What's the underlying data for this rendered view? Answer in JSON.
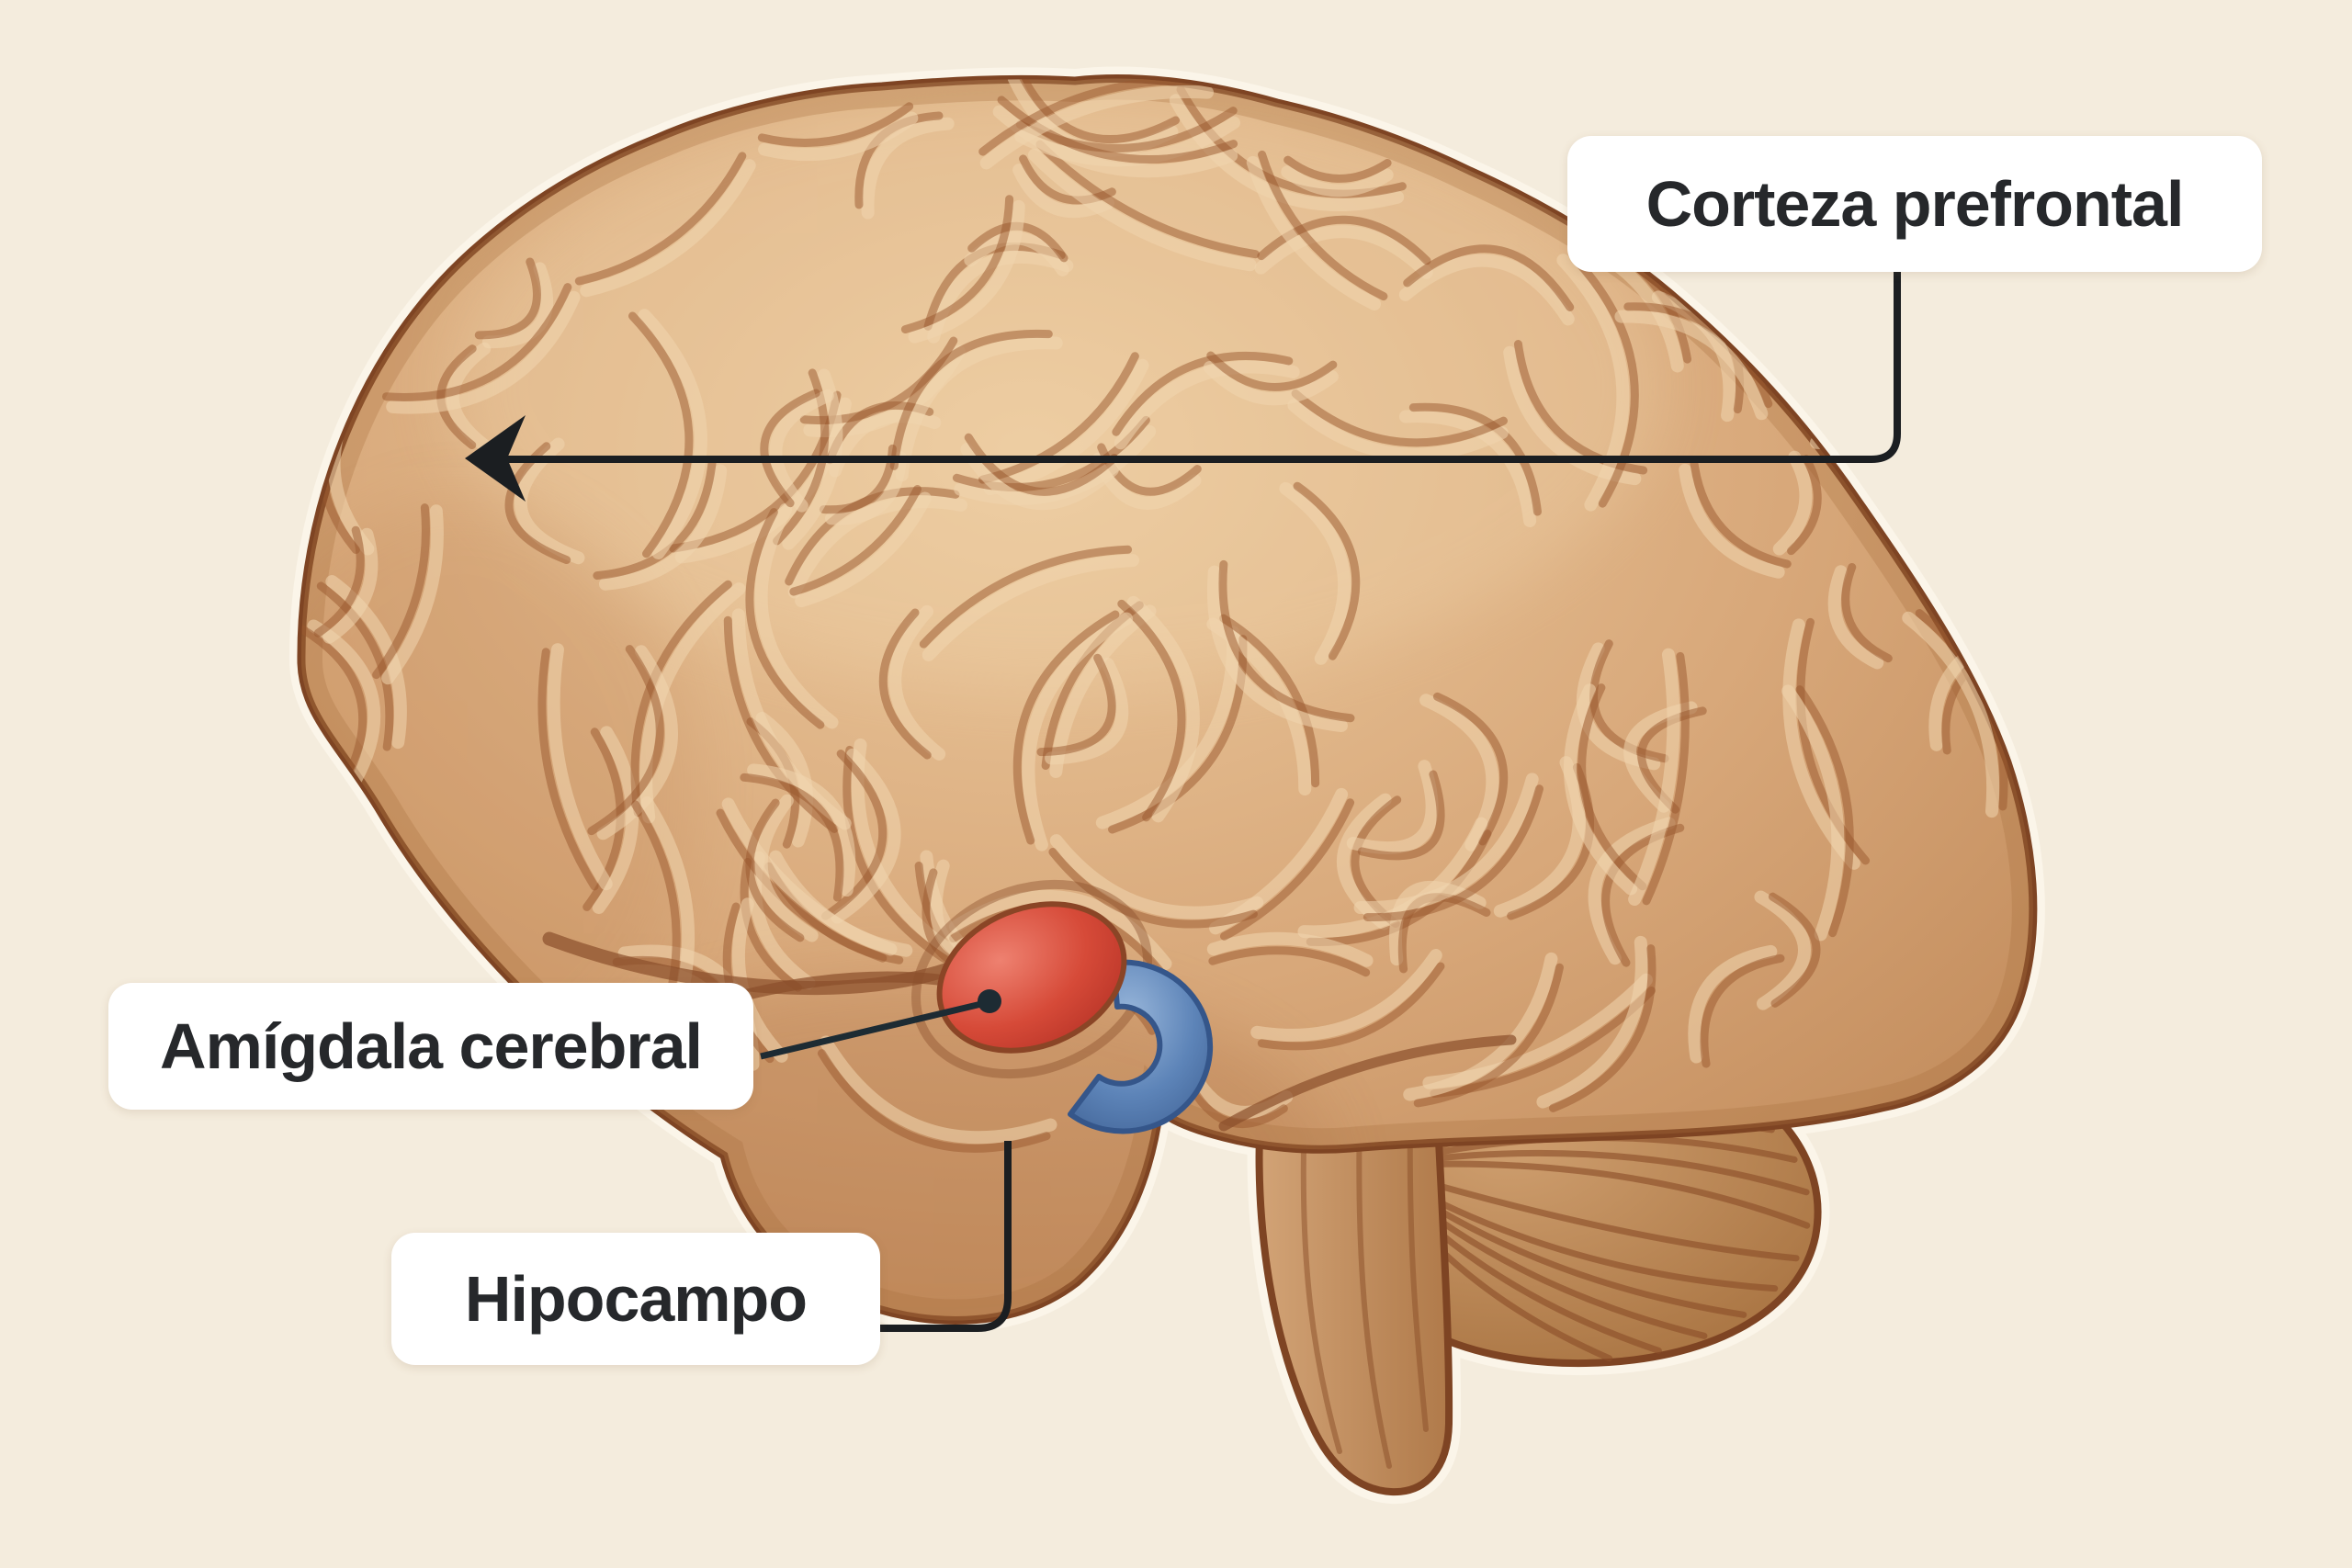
{
  "diagram": {
    "kind": "brain-anatomy-illustration",
    "background_color": "#f4ecdd"
  },
  "labels": {
    "prefrontal_cortex": "Corteza prefrontal",
    "amygdala": "Amígdala cerebral",
    "hippocampus": "Hipocampo"
  },
  "colors": {
    "label_background": "#ffffff",
    "label_text": "#26282b",
    "connector_line": "#1b1e21",
    "brain_tan": "#d5a277",
    "brain_outline": "#7e4423",
    "brain_highlight": "#f0d5ae",
    "brain_crevice": "#99582e",
    "halo": "#fbf5e9",
    "amygdala_fill": "#d64a38",
    "hippocampus_fill": "#5d84b8"
  }
}
